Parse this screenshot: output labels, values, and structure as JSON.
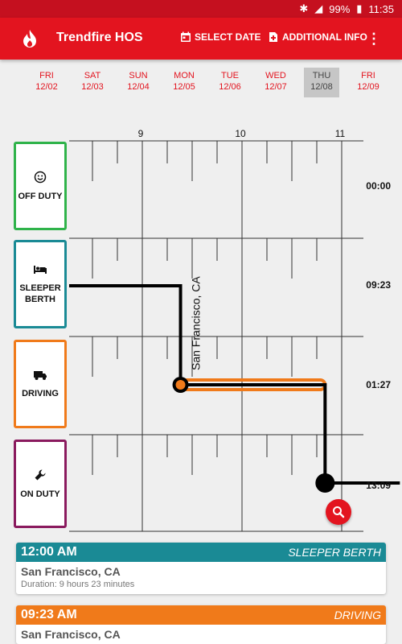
{
  "status_bar": {
    "battery": "99%",
    "time": "11:35"
  },
  "app": {
    "title": "Trendfire HOS",
    "select_date": "SELECT DATE",
    "additional_info": "ADDITIONAL INFO"
  },
  "days": [
    {
      "dow": "FRI",
      "date": "12/02"
    },
    {
      "dow": "SAT",
      "date": "12/03"
    },
    {
      "dow": "SUN",
      "date": "12/04"
    },
    {
      "dow": "MON",
      "date": "12/05"
    },
    {
      "dow": "TUE",
      "date": "12/06"
    },
    {
      "dow": "WED",
      "date": "12/07"
    },
    {
      "dow": "THU",
      "date": "12/08"
    },
    {
      "dow": "FRI",
      "date": "12/09"
    }
  ],
  "selected_day_index": 6,
  "chart_data": {
    "type": "line",
    "x_ticks": [
      "9",
      "10",
      "11"
    ],
    "statuses": [
      {
        "label": "OFF DUTY",
        "color": "#2fb34a",
        "total": "00:00",
        "icon": "smiley-icon"
      },
      {
        "label": "SLEEPER BERTH",
        "color": "#1a8a95",
        "total": "09:23",
        "icon": "bed-icon"
      },
      {
        "label": "DRIVING",
        "color": "#f07a1a",
        "total": "01:27",
        "icon": "truck-icon"
      },
      {
        "label": "ON DUTY",
        "color": "#8a1a5e",
        "total": "13:09",
        "icon": "wrench-icon"
      }
    ],
    "path": [
      {
        "time": "08:00",
        "status": 1
      },
      {
        "time": "09:23",
        "status": 1
      },
      {
        "time": "09:23",
        "status": 2
      },
      {
        "time": "10:50",
        "status": 2
      },
      {
        "time": "10:50",
        "status": 3
      },
      {
        "time": "11:35",
        "status": 3
      }
    ],
    "driving_segment": {
      "from": "09:23",
      "to": "10:50"
    },
    "annotation": "San Francisco, CA"
  },
  "events": [
    {
      "time": "12:00 AM",
      "status": "SLEEPER BERTH",
      "location": "San Francisco, CA",
      "duration": "Duration: 9 hours 23 minutes",
      "color": "#1a8a95"
    },
    {
      "time": "09:23 AM",
      "status": "DRIVING",
      "location": "San Francisco, CA",
      "duration": "",
      "color": "#f07a1a"
    }
  ]
}
